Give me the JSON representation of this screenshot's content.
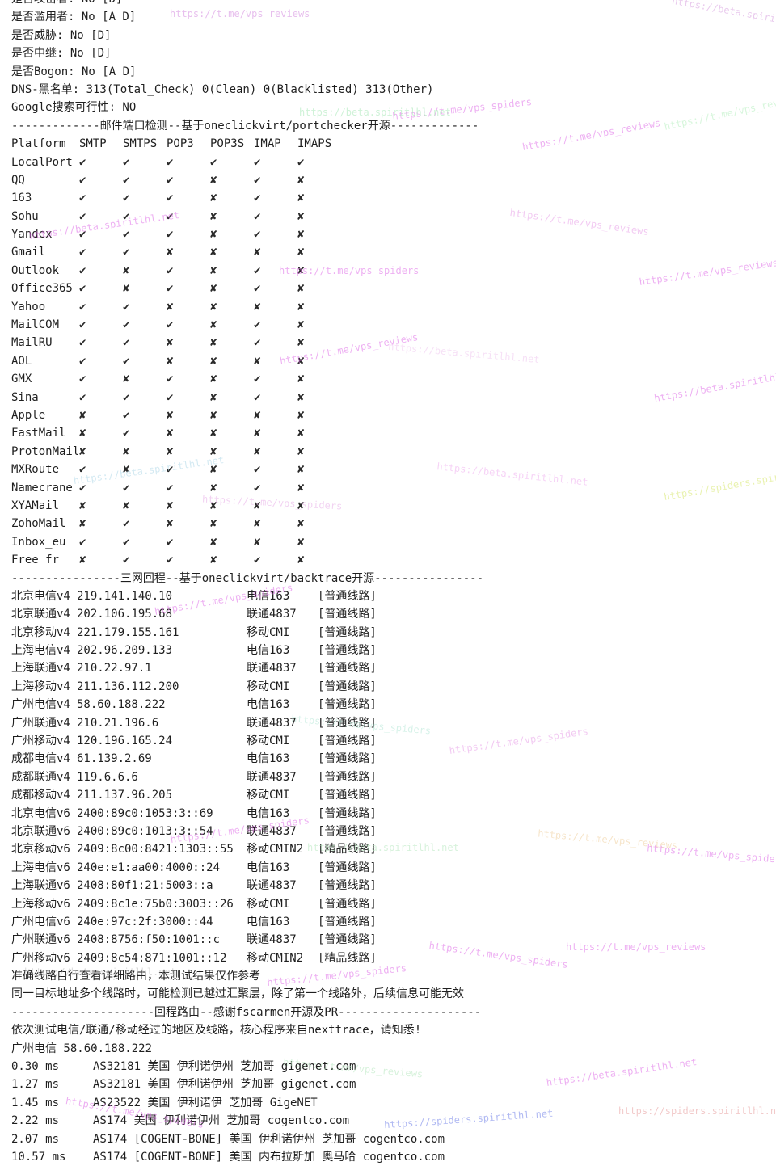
{
  "info_lines": [
    "是否攻击者: No [D]",
    "是否滥用者: No [A D]",
    "是否威胁: No [D]",
    "是否中继: No [D]",
    "是否Bogon: No [A D]",
    "DNS-黑名单: 313(Total_Check) 0(Clean) 0(Blacklisted) 313(Other)",
    "Google搜索可行性: NO"
  ],
  "port_section_title": "-------------邮件端口检测--基于oneclickvirt/portchecker开源-------------",
  "port_headers": [
    "Platform",
    "SMTP",
    "SMTPS",
    "POP3",
    "POP3S",
    "IMAP",
    "IMAPS"
  ],
  "port_rows": [
    [
      "LocalPort",
      "✔",
      "✔",
      "✔",
      "✔",
      "✔",
      "✔"
    ],
    [
      "QQ",
      "✔",
      "✔",
      "✔",
      "✘",
      "✔",
      "✘"
    ],
    [
      "163",
      "✔",
      "✔",
      "✔",
      "✘",
      "✔",
      "✘"
    ],
    [
      "Sohu",
      "✔",
      "✔",
      "✔",
      "✘",
      "✔",
      "✘"
    ],
    [
      "Yandex",
      "✔",
      "✔",
      "✔",
      "✘",
      "✔",
      "✘"
    ],
    [
      "Gmail",
      "✔",
      "✔",
      "✘",
      "✘",
      "✘",
      "✘"
    ],
    [
      "Outlook",
      "✔",
      "✘",
      "✔",
      "✘",
      "✔",
      "✘"
    ],
    [
      "Office365",
      "✔",
      "✘",
      "✔",
      "✘",
      "✔",
      "✘"
    ],
    [
      "Yahoo",
      "✔",
      "✔",
      "✘",
      "✘",
      "✘",
      "✘"
    ],
    [
      "MailCOM",
      "✔",
      "✔",
      "✔",
      "✘",
      "✔",
      "✘"
    ],
    [
      "MailRU",
      "✔",
      "✔",
      "✘",
      "✘",
      "✔",
      "✘"
    ],
    [
      "AOL",
      "✔",
      "✔",
      "✘",
      "✘",
      "✘",
      "✘"
    ],
    [
      "GMX",
      "✔",
      "✘",
      "✔",
      "✘",
      "✔",
      "✘"
    ],
    [
      "Sina",
      "✔",
      "✔",
      "✔",
      "✘",
      "✔",
      "✘"
    ],
    [
      "Apple",
      "✘",
      "✔",
      "✘",
      "✘",
      "✘",
      "✘"
    ],
    [
      "FastMail",
      "✘",
      "✔",
      "✘",
      "✘",
      "✘",
      "✘"
    ],
    [
      "ProtonMail",
      "✘",
      "✘",
      "✘",
      "✘",
      "✘",
      "✘"
    ],
    [
      "MXRoute",
      "✔",
      "✘",
      "✔",
      "✘",
      "✔",
      "✘"
    ],
    [
      "Namecrane",
      "✔",
      "✔",
      "✔",
      "✘",
      "✔",
      "✘"
    ],
    [
      "XYAMail",
      "✘",
      "✘",
      "✘",
      "✘",
      "✘",
      "✘"
    ],
    [
      "ZohoMail",
      "✘",
      "✔",
      "✘",
      "✘",
      "✘",
      "✘"
    ],
    [
      "Inbox_eu",
      "✔",
      "✔",
      "✔",
      "✘",
      "✘",
      "✘"
    ],
    [
      "Free_fr",
      "✘",
      "✔",
      "✔",
      "✘",
      "✔",
      "✘"
    ]
  ],
  "backtrace_section_title": "----------------三网回程--基于oneclickvirt/backtrace开源----------------",
  "backtrace_rows": [
    [
      "北京电信v4",
      "219.141.140.10",
      "电信163",
      "[普通线路]"
    ],
    [
      "北京联通v4",
      "202.106.195.68",
      "联通4837",
      "[普通线路]"
    ],
    [
      "北京移动v4",
      "221.179.155.161",
      "移动CMI",
      "[普通线路]"
    ],
    [
      "上海电信v4",
      "202.96.209.133",
      "电信163",
      "[普通线路]"
    ],
    [
      "上海联通v4",
      "210.22.97.1",
      "联通4837",
      "[普通线路]"
    ],
    [
      "上海移动v4",
      "211.136.112.200",
      "移动CMI",
      "[普通线路]"
    ],
    [
      "广州电信v4",
      "58.60.188.222",
      "电信163",
      "[普通线路]"
    ],
    [
      "广州联通v4",
      "210.21.196.6",
      "联通4837",
      "[普通线路]"
    ],
    [
      "广州移动v4",
      "120.196.165.24",
      "移动CMI",
      "[普通线路]"
    ],
    [
      "成都电信v4",
      "61.139.2.69",
      "电信163",
      "[普通线路]"
    ],
    [
      "成都联通v4",
      "119.6.6.6",
      "联通4837",
      "[普通线路]"
    ],
    [
      "成都移动v4",
      "211.137.96.205",
      "移动CMI",
      "[普通线路]"
    ],
    [
      "北京电信v6",
      "2400:89c0:1053:3::69",
      "电信163",
      "[普通线路]"
    ],
    [
      "北京联通v6",
      "2400:89c0:1013:3::54",
      "联通4837",
      "[普通线路]"
    ],
    [
      "北京移动v6",
      "2409:8c00:8421:1303::55",
      "移动CMIN2",
      "[精品线路]"
    ],
    [
      "上海电信v6",
      "240e:e1:aa00:4000::24",
      "电信163",
      "[普通线路]"
    ],
    [
      "上海联通v6",
      "2408:80f1:21:5003::a",
      "联通4837",
      "[普通线路]"
    ],
    [
      "上海移动v6",
      "2409:8c1e:75b0:3003::26",
      "移动CMI",
      "[普通线路]"
    ],
    [
      "广州电信v6",
      "240e:97c:2f:3000::44",
      "电信163",
      "[普通线路]"
    ],
    [
      "广州联通v6",
      "2408:8756:f50:1001::c",
      "联通4837",
      "[普通线路]"
    ],
    [
      "广州移动v6",
      "2409:8c54:871:1001::12",
      "移动CMIN2",
      "[精品线路]"
    ]
  ],
  "notes": [
    "准确线路自行查看详细路由，本测试结果仅作参考",
    "同一目标地址多个线路时，可能检测已越过汇聚层，除了第一个线路外，后续信息可能无效"
  ],
  "trace_section_title": "---------------------回程路由--感谢fscarmen开源及PR---------------------",
  "trace_intro": "依次测试电信/联通/移动经过的地区及线路，核心程序来自nexttrace，请知悉!",
  "trace_target": "广州电信 58.60.188.222",
  "trace_rows": [
    [
      "0.30 ms",
      "AS32181 美国 伊利诺伊州 芝加哥 gigenet.com"
    ],
    [
      "1.27 ms",
      "AS32181 美国 伊利诺伊州 芝加哥 gigenet.com"
    ],
    [
      "1.45 ms",
      "AS23522 美国 伊利诺伊 芝加哥 GigeNET"
    ],
    [
      "2.22 ms",
      "AS174 美国 伊利诺伊州 芝加哥 cogentco.com"
    ],
    [
      "2.07 ms",
      "AS174 [COGENT-BONE] 美国 伊利诺伊州 芝加哥 cogentco.com"
    ],
    [
      "10.57 ms",
      "AS174 [COGENT-BONE] 美国 内布拉斯加 奥马哈 cogentco.com"
    ]
  ],
  "watermarks": [
    "https://t.me/vps_spiders",
    "https://t.me/vps_reviews",
    "https://beta.spiritlhl.net",
    "https://spiders.spiritlhl.net"
  ]
}
